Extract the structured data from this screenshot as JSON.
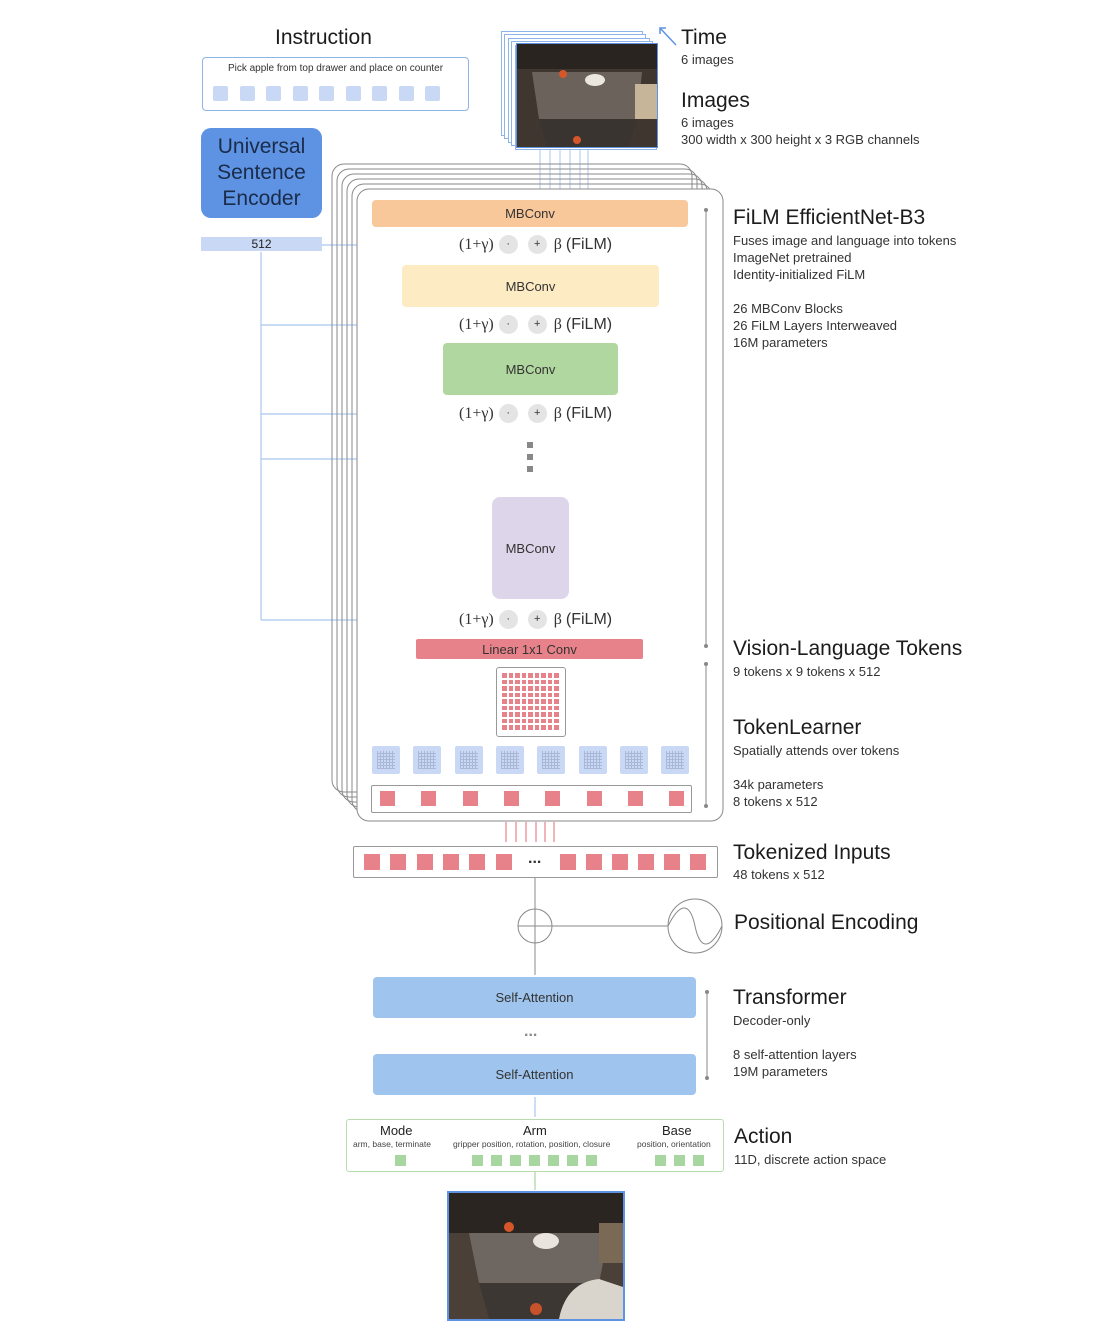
{
  "instruction": {
    "title": "Instruction",
    "text": "Pick apple from top drawer and place on counter"
  },
  "encoder": {
    "label_lines": [
      "Universal",
      "Sentence",
      "Encoder"
    ],
    "dim": "512"
  },
  "time": {
    "title": "Time",
    "sub": "6 images"
  },
  "images": {
    "title": "Images",
    "sub1": "6 images",
    "sub2": "300 width x 300 height x 3 RGB channels"
  },
  "film": {
    "title": "FiLM EfficientNet-B3",
    "lines": [
      "Fuses image and language into tokens",
      "ImageNet pretrained",
      "Identity-initialized FiLM",
      "",
      "26 MBConv Blocks",
      "26 FiLM Layers Interweaved",
      "16M parameters"
    ]
  },
  "mbconv": {
    "label": "MBConv",
    "colors": [
      "#f9c89a",
      "#fcebc3",
      "#b1d7a0",
      "#ddd5ea"
    ]
  },
  "film_op": {
    "gamma": "(1+γ)",
    "dot": "·",
    "plus": "+",
    "beta": "β",
    "film": "(FiLM)"
  },
  "linear": {
    "label": "Linear 1x1 Conv"
  },
  "vl_tokens": {
    "title": "Vision-Language Tokens",
    "sub": "9 tokens x 9 tokens x 512"
  },
  "tokenlearner": {
    "title": "TokenLearner",
    "sub1": "Spatially attends over tokens",
    "sub2": "34k parameters",
    "sub3": "8 tokens x 512"
  },
  "tokenized": {
    "title": "Tokenized Inputs",
    "sub": "48 tokens x 512",
    "ellipsis": "..."
  },
  "positional": {
    "title": "Positional Encoding"
  },
  "transformer": {
    "title": "Transformer",
    "sub1": "Decoder-only",
    "sub2": "8 self-attention layers",
    "sub3": "19M parameters",
    "layer_label": "Self-Attention",
    "ellipsis": "..."
  },
  "action": {
    "title": "Action",
    "sub": "11D, discrete action space",
    "mode": {
      "title": "Mode",
      "sub": "arm, base, terminate"
    },
    "arm": {
      "title": "Arm",
      "sub": "gripper position, rotation, position, closure"
    },
    "base": {
      "title": "Base",
      "sub": "position, orientation"
    }
  },
  "colors": {
    "token_red": "#e8828a",
    "token_blue": "#c9d8f5",
    "line_blue": "#9cc0ee",
    "green": "#a8d6a0",
    "attn": "#9fc4ee",
    "encoder": "#5d93e2"
  }
}
